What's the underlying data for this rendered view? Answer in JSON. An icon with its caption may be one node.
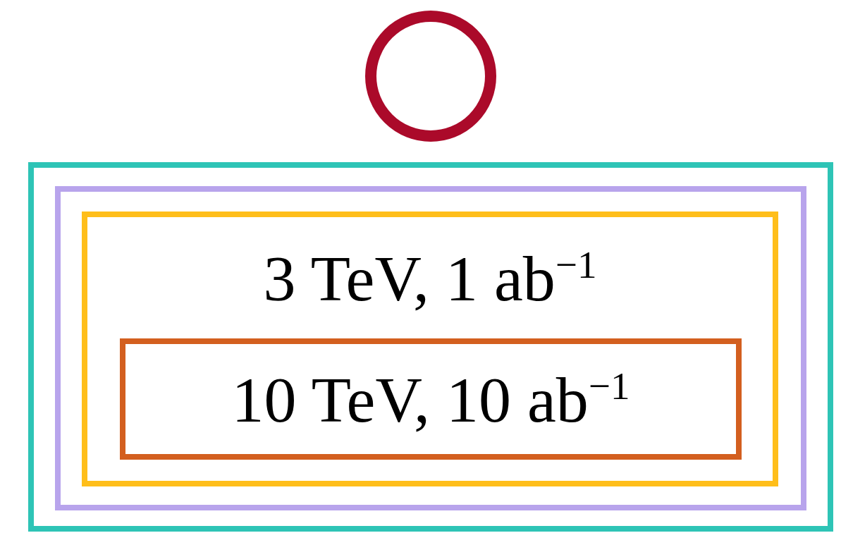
{
  "diagram": {
    "nodes": [
      {
        "text": [],
        "shape": "circle"
      },
      {
        "text": [],
        "shape": "box"
      },
      {
        "text": [],
        "shape": "box",
        "in": 1
      },
      {
        "text": [
          "3 TeV, 1 ab$^{−1}$"
        ],
        "in": 2
      },
      {
        "text": [
          "10 TeV, 10 ab$^{−1}$"
        ],
        "in": 3
      }
    ],
    "edges": []
  }
}
